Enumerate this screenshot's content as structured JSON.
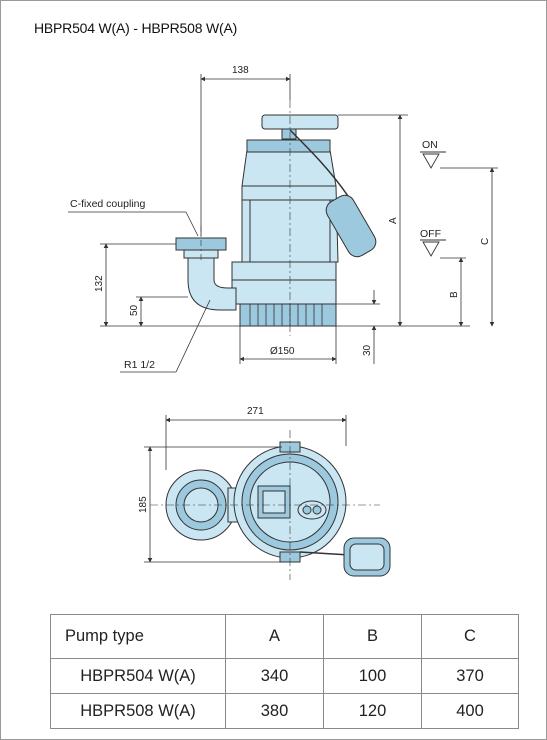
{
  "title": "HBPR504 W(A) - HBPR508 W(A)",
  "side_view": {
    "dim_top": "138",
    "callout_coupling": "C-fixed coupling",
    "dim_a": "A",
    "dim_b": "B",
    "dim_c": "C",
    "on_label": "ON",
    "off_label": "OFF",
    "dim_132": "132",
    "dim_50": "50",
    "dim_dia": "Ø150",
    "dim_30": "30",
    "callout_r": "R1 1/2"
  },
  "top_view": {
    "dim_width": "271",
    "dim_height": "185"
  },
  "table": {
    "header": [
      "Pump type",
      "A",
      "B",
      "C"
    ],
    "rows": [
      [
        "HBPR504 W(A)",
        "340",
        "100",
        "370"
      ],
      [
        "HBPR508 W(A)",
        "380",
        "120",
        "400"
      ]
    ]
  },
  "colors": {
    "pump_fill": "#c9e6f2",
    "pump_dark": "#9cc9dd",
    "line": "#333333"
  }
}
